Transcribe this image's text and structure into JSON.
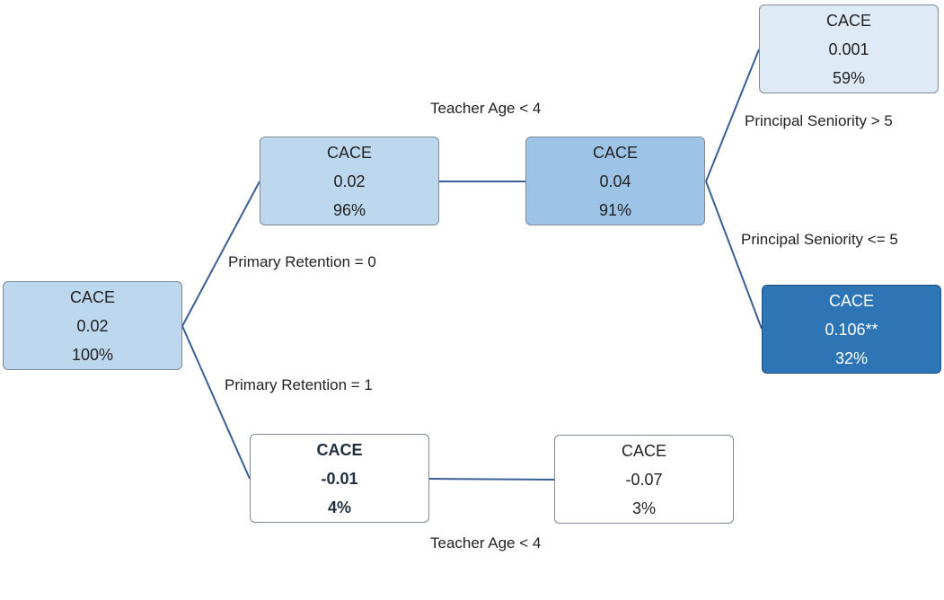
{
  "nodes": {
    "root": {
      "title": "CACE",
      "value": "0.02",
      "pct": "100%",
      "fill": "#bdd7ee"
    },
    "left_branch": {
      "title": "CACE",
      "value": "0.02",
      "pct": "96%",
      "fill": "#bdd7ee"
    },
    "left_branch_sub": {
      "title": "CACE",
      "value": "0.04",
      "pct": "91%",
      "fill": "#9dc3e6"
    },
    "high_seniority": {
      "title": "CACE",
      "value": "0.001",
      "pct": "59%",
      "fill": "#deebf7"
    },
    "low_seniority": {
      "title": "CACE",
      "value": "0.106**",
      "pct": "32%",
      "fill": "#2e75b6"
    },
    "right_branch": {
      "title": "CACE",
      "value": "-0.01",
      "pct": "4%",
      "fill": "#ffffff"
    },
    "right_branch_sub": {
      "title": "CACE",
      "value": "-0.07",
      "pct": "3%",
      "fill": "#ffffff"
    }
  },
  "edge_labels": {
    "primary_retention_0": "Primary Retention = 0",
    "primary_retention_1": "Primary Retention = 1",
    "teacher_age_top": "Teacher Age < 4",
    "teacher_age_bottom": "Teacher Age < 4",
    "principal_seniority_gt": "Principal Seniority > 5",
    "principal_seniority_le": "Principal Seniority <= 5"
  },
  "colors": {
    "edge": "#3a5f94"
  }
}
